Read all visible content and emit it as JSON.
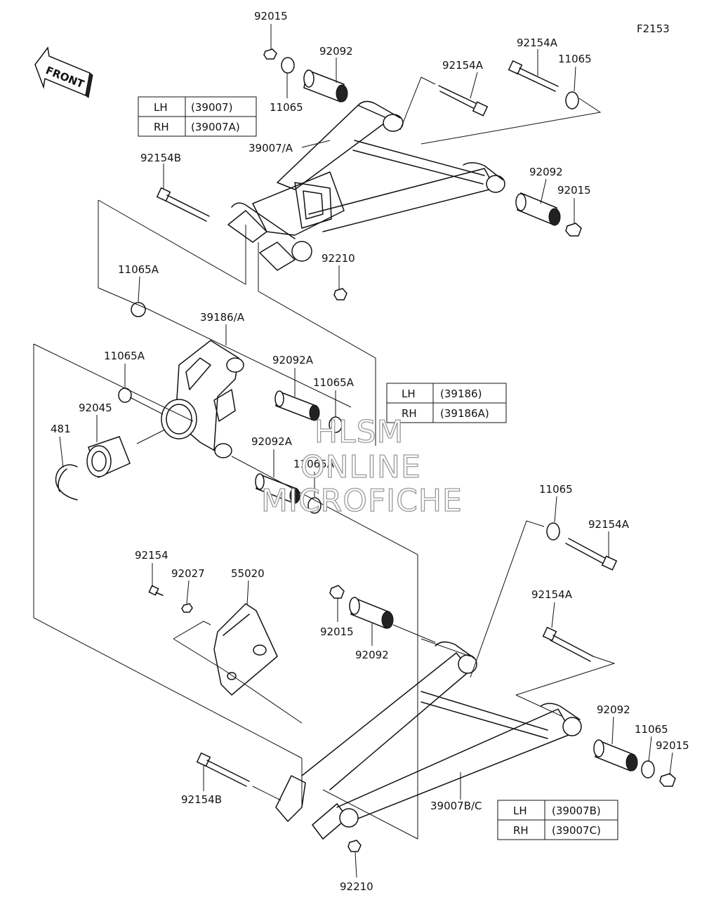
{
  "figure_code": "F2153",
  "front_arrow_label": "FRONT",
  "watermark": [
    "HLSM",
    "ONLINE",
    "MICROFICHE"
  ],
  "callouts": [
    {
      "id": "c1",
      "text": "92015"
    },
    {
      "id": "c2",
      "text": "92092"
    },
    {
      "id": "c3",
      "text": "11065"
    },
    {
      "id": "c4",
      "text": "92154A"
    },
    {
      "id": "c5",
      "text": "92154A"
    },
    {
      "id": "c6",
      "text": "11065"
    },
    {
      "id": "c7",
      "text": "39007/A"
    },
    {
      "id": "c8",
      "text": "92154B"
    },
    {
      "id": "c9",
      "text": "92092"
    },
    {
      "id": "c10",
      "text": "92015"
    },
    {
      "id": "c11",
      "text": "92210"
    },
    {
      "id": "c12",
      "text": "11065A"
    },
    {
      "id": "c13",
      "text": "39186/A"
    },
    {
      "id": "c14",
      "text": "11065A"
    },
    {
      "id": "c15",
      "text": "92092A"
    },
    {
      "id": "c16",
      "text": "11065A"
    },
    {
      "id": "c17",
      "text": "92045"
    },
    {
      "id": "c18",
      "text": "481"
    },
    {
      "id": "c19",
      "text": "92092A"
    },
    {
      "id": "c20",
      "text": "11065A"
    },
    {
      "id": "c21",
      "text": "11065"
    },
    {
      "id": "c22",
      "text": "92154A"
    },
    {
      "id": "c23",
      "text": "92154"
    },
    {
      "id": "c24",
      "text": "92027"
    },
    {
      "id": "c25",
      "text": "55020"
    },
    {
      "id": "c26",
      "text": "92154A"
    },
    {
      "id": "c27",
      "text": "92015"
    },
    {
      "id": "c28",
      "text": "92092"
    },
    {
      "id": "c29",
      "text": "92092"
    },
    {
      "id": "c30",
      "text": "11065"
    },
    {
      "id": "c31",
      "text": "92015"
    },
    {
      "id": "c32",
      "text": "92154B"
    },
    {
      "id": "c33",
      "text": "39007B/C"
    },
    {
      "id": "c34",
      "text": "92210"
    }
  ],
  "tables": [
    {
      "rows": [
        [
          "LH",
          "(39007)"
        ],
        [
          "RH",
          "(39007A)"
        ]
      ]
    },
    {
      "rows": [
        [
          "LH",
          "(39186)"
        ],
        [
          "RH",
          "(39186A)"
        ]
      ]
    },
    {
      "rows": [
        [
          "LH",
          "(39007B)"
        ],
        [
          "RH",
          "(39007C)"
        ]
      ]
    }
  ]
}
